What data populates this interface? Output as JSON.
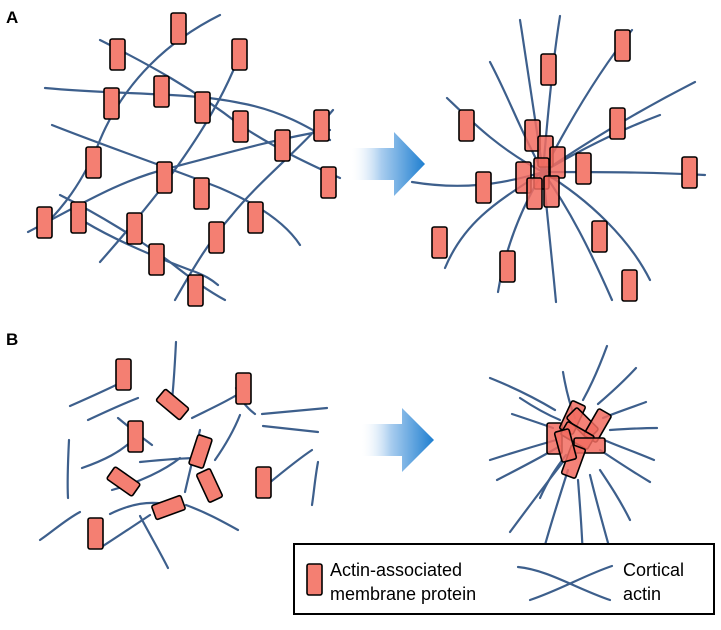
{
  "panels": {
    "a": {
      "label": "A"
    },
    "b": {
      "label": "B"
    }
  },
  "legend": {
    "protein_line1": "Actin-associated",
    "protein_line2": "membrane protein",
    "actin_line1": "Cortical",
    "actin_line2": "actin"
  },
  "colors": {
    "protein_fill": "#f47f72",
    "actin_stroke": "#3d5f8c",
    "arrow_start": "#d6e7f7",
    "arrow_end": "#1f7fd0"
  }
}
